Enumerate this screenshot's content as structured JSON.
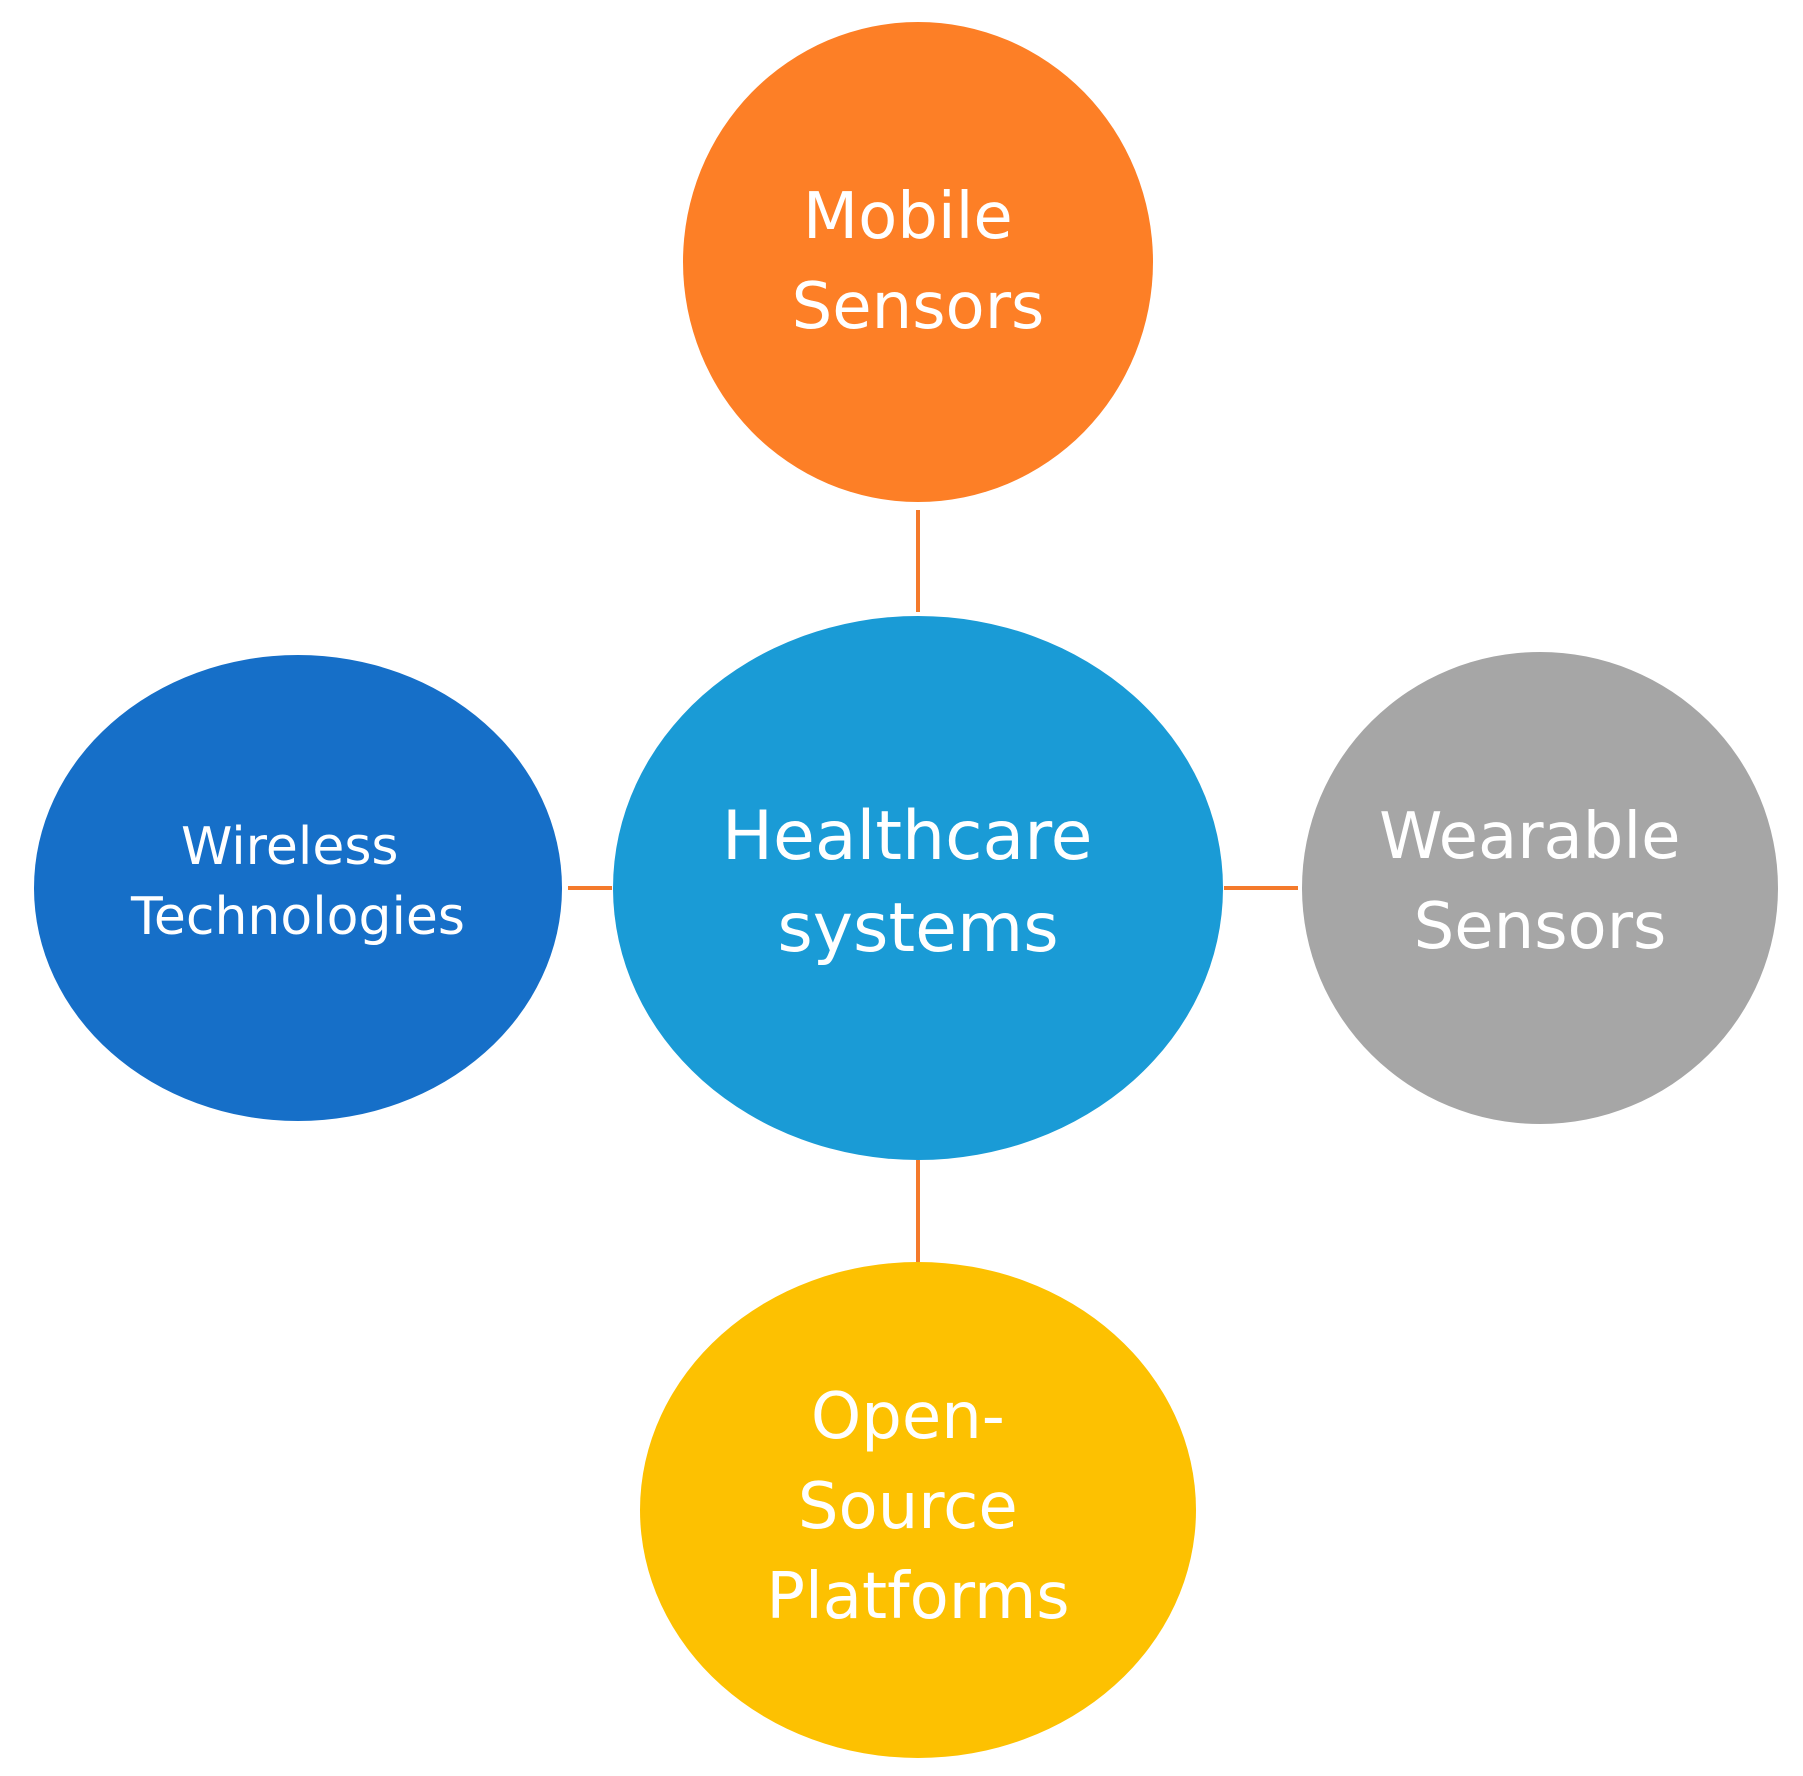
{
  "colors": {
    "background": "#ffffff",
    "connector": "#f47a2b",
    "text": "#ffffff"
  },
  "center": {
    "id": "healthcare",
    "lines": [
      "Healthcare",
      "systems"
    ],
    "color": "#1a9bd6"
  },
  "satellites": [
    {
      "id": "mobile",
      "lines": [
        "Mobile",
        "Sensors"
      ],
      "color": "#fd7f26",
      "position": "top"
    },
    {
      "id": "wireless",
      "lines": [
        "Wireless",
        "Technologies"
      ],
      "color": "#166fc8",
      "position": "left"
    },
    {
      "id": "wearable",
      "lines": [
        "Wearable",
        "Sensors"
      ],
      "color": "#a6a6a6",
      "position": "right"
    },
    {
      "id": "opensource",
      "lines": [
        "Open-",
        "Source",
        "Platforms"
      ],
      "color": "#fdc101",
      "position": "bottom"
    }
  ]
}
